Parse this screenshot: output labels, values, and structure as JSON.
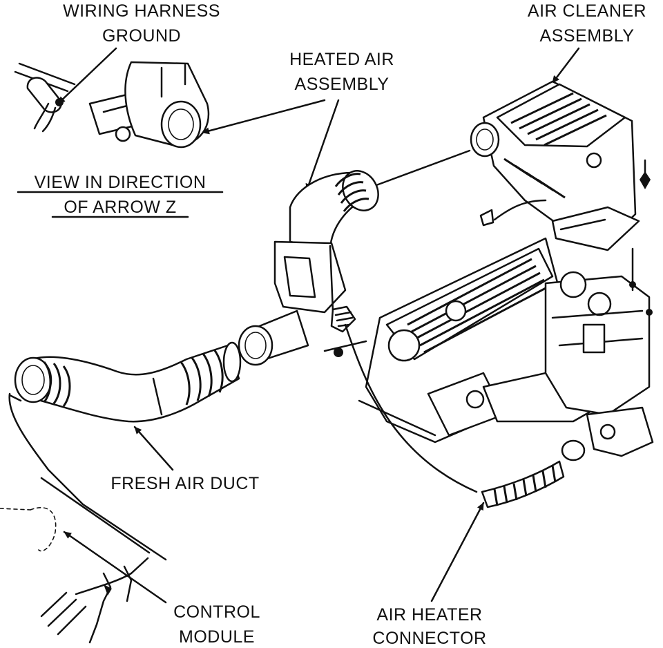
{
  "labels": {
    "wiring_harness_line1": "WIRING HARNESS",
    "wiring_harness_line2": "GROUND",
    "air_cleaner_line1": "AIR CLEANER",
    "air_cleaner_line2": "ASSEMBLY",
    "heated_air_line1": "HEATED AIR",
    "heated_air_line2": "ASSEMBLY",
    "view_line1": "VIEW IN DIRECTION",
    "view_line2": "OF ARROW Z",
    "fresh_air": "FRESH AIR DUCT",
    "control_line1": "CONTROL",
    "control_line2": "MODULE",
    "air_heater_line1": "AIR HEATER",
    "air_heater_line2": "CONNECTOR"
  }
}
